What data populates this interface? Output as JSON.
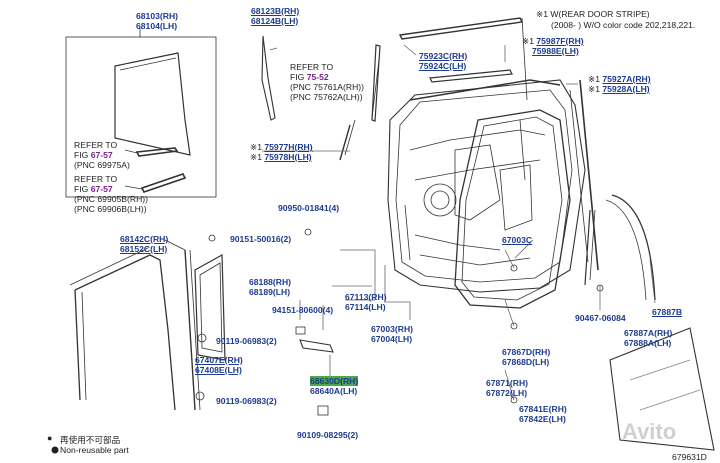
{
  "top_note": {
    "line1": "※1 W(REAR DOOR STRIPE)",
    "line2": "(2008-      ) W/O color code 202,218,221."
  },
  "parts": {
    "p68103": "68103(RH)",
    "p68104": "68104(LH)",
    "p68123B": "68123B(RH)",
    "p68124B": "68124B(LH)",
    "p75923C": "75923C(RH)",
    "p75924C": "75924C(LH)",
    "p75987F": "75987F(RH)",
    "p75988E": "75988E(LH)",
    "p75927A": "75927A(RH)",
    "p75928A": "75928A(LH)",
    "p75977H": "75977H(RH)",
    "p75978H": "75978H(LH)",
    "p90950": "90950-01841(4)",
    "p68142C": "68142C(RH)",
    "p68152C": "68152C(LH)",
    "p90151": "90151-50016(2)",
    "p68188": "68188(RH)",
    "p68189": "68189(LH)",
    "p94151": "94151-80600(4)",
    "p90119a": "90119-06983(2)",
    "p67407E": "67407E(RH)",
    "p67408E": "67408E(LH)",
    "p90119b": "90119-06983(2)",
    "p67113": "67113(RH)",
    "p67114": "67114(LH)",
    "p67003": "67003(RH)",
    "p67004": "67004(LH)",
    "p67003C": "67003C",
    "p68630D": "68630D(RH)",
    "p68640A": "68640A(LH)",
    "p90109": "90109-08295(2)",
    "p67867D": "67867D(RH)",
    "p67868D": "67868D(LH)",
    "p67871": "67871(RH)",
    "p67872": "67872(LH)",
    "p67841E": "67841E(RH)",
    "p67842E": "67842E(LH)",
    "p90467": "90467-06084",
    "p67887B": "67887B",
    "p67887A": "67887A(RH)",
    "p67888A": "67888A(LH)"
  },
  "marks": {
    "m1": "※1",
    "m2": "※1",
    "m3": "※1",
    "m4": "※1",
    "m5": "※1"
  },
  "refs": {
    "r1": {
      "line1": "REFER TO",
      "line2_prefix": "FIG",
      "fig": "75-52",
      "line3": "(PNC 75761A(RH))",
      "line4": "(PNC 75762A(LH))"
    },
    "r2": {
      "line1": "REFER TO",
      "line2_prefix": "FIG",
      "fig": "67-57",
      "line3": "(PNC 69975A)"
    },
    "r3": {
      "line1": "REFER TO",
      "line2_prefix": "FIG",
      "fig": "67-57",
      "line3": "(PNC 69905B(RH))",
      "line4": "(PNC 69906B(LH))"
    }
  },
  "legend": {
    "non_reusable_jp": "再使用不可部品",
    "non_reusable_en": "Non-reusable part"
  },
  "figure_id": "679631D",
  "watermark": "Avito"
}
